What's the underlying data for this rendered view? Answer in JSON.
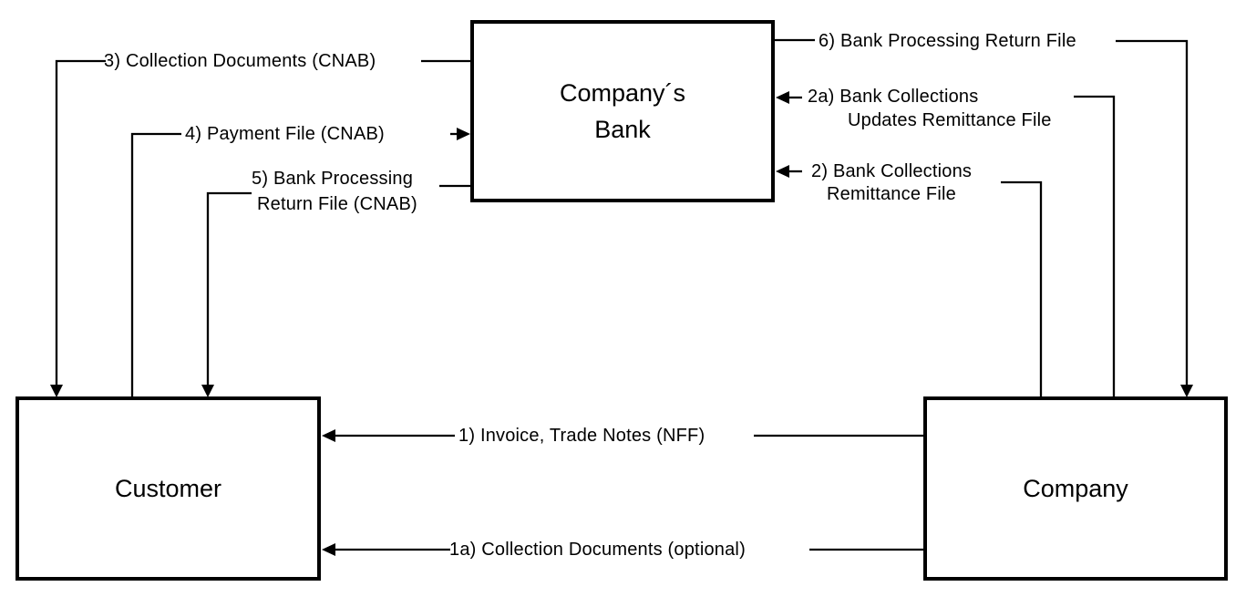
{
  "diagram": {
    "type": "flow-diagram",
    "background_color": "#ffffff",
    "line_color": "#000000",
    "text_color": "#000000",
    "nodes": {
      "bank": {
        "label": "Company´s\nBank"
      },
      "customer": {
        "label": "Customer"
      },
      "company": {
        "label": "Company"
      }
    },
    "flows": {
      "f1": {
        "from": "Company",
        "to": "Customer",
        "arrowhead": "left",
        "label": "1) Invoice, Trade Notes (NFF)"
      },
      "f1a": {
        "from": "Company",
        "to": "Customer",
        "arrowhead": "left",
        "label": "1a) Collection Documents (optional)"
      },
      "f2": {
        "from": "Company",
        "to": "Company´s Bank",
        "arrowhead": "left",
        "lines": [
          "2) Bank Collections",
          "Remittance File"
        ]
      },
      "f2a": {
        "from": "Company",
        "to": "Company´s Bank",
        "arrowhead": "left",
        "lines": [
          "2a) Bank Collections",
          "Updates Remittance File"
        ]
      },
      "f3": {
        "from": "Company´s Bank",
        "to": "Customer",
        "arrowhead": "down",
        "label": "3) Collection Documents (CNAB)"
      },
      "f4": {
        "from": "Customer",
        "to": "Company´s Bank",
        "arrowhead": "right",
        "label": "4) Payment File (CNAB)"
      },
      "f5": {
        "from": "Company´s Bank",
        "to": "Customer",
        "arrowhead": "down",
        "lines": [
          "5) Bank Processing",
          "Return File (CNAB)"
        ]
      },
      "f6": {
        "from": "Company´s Bank",
        "to": "Company",
        "arrowhead": "down",
        "label": "6) Bank Processing Return File"
      }
    }
  }
}
